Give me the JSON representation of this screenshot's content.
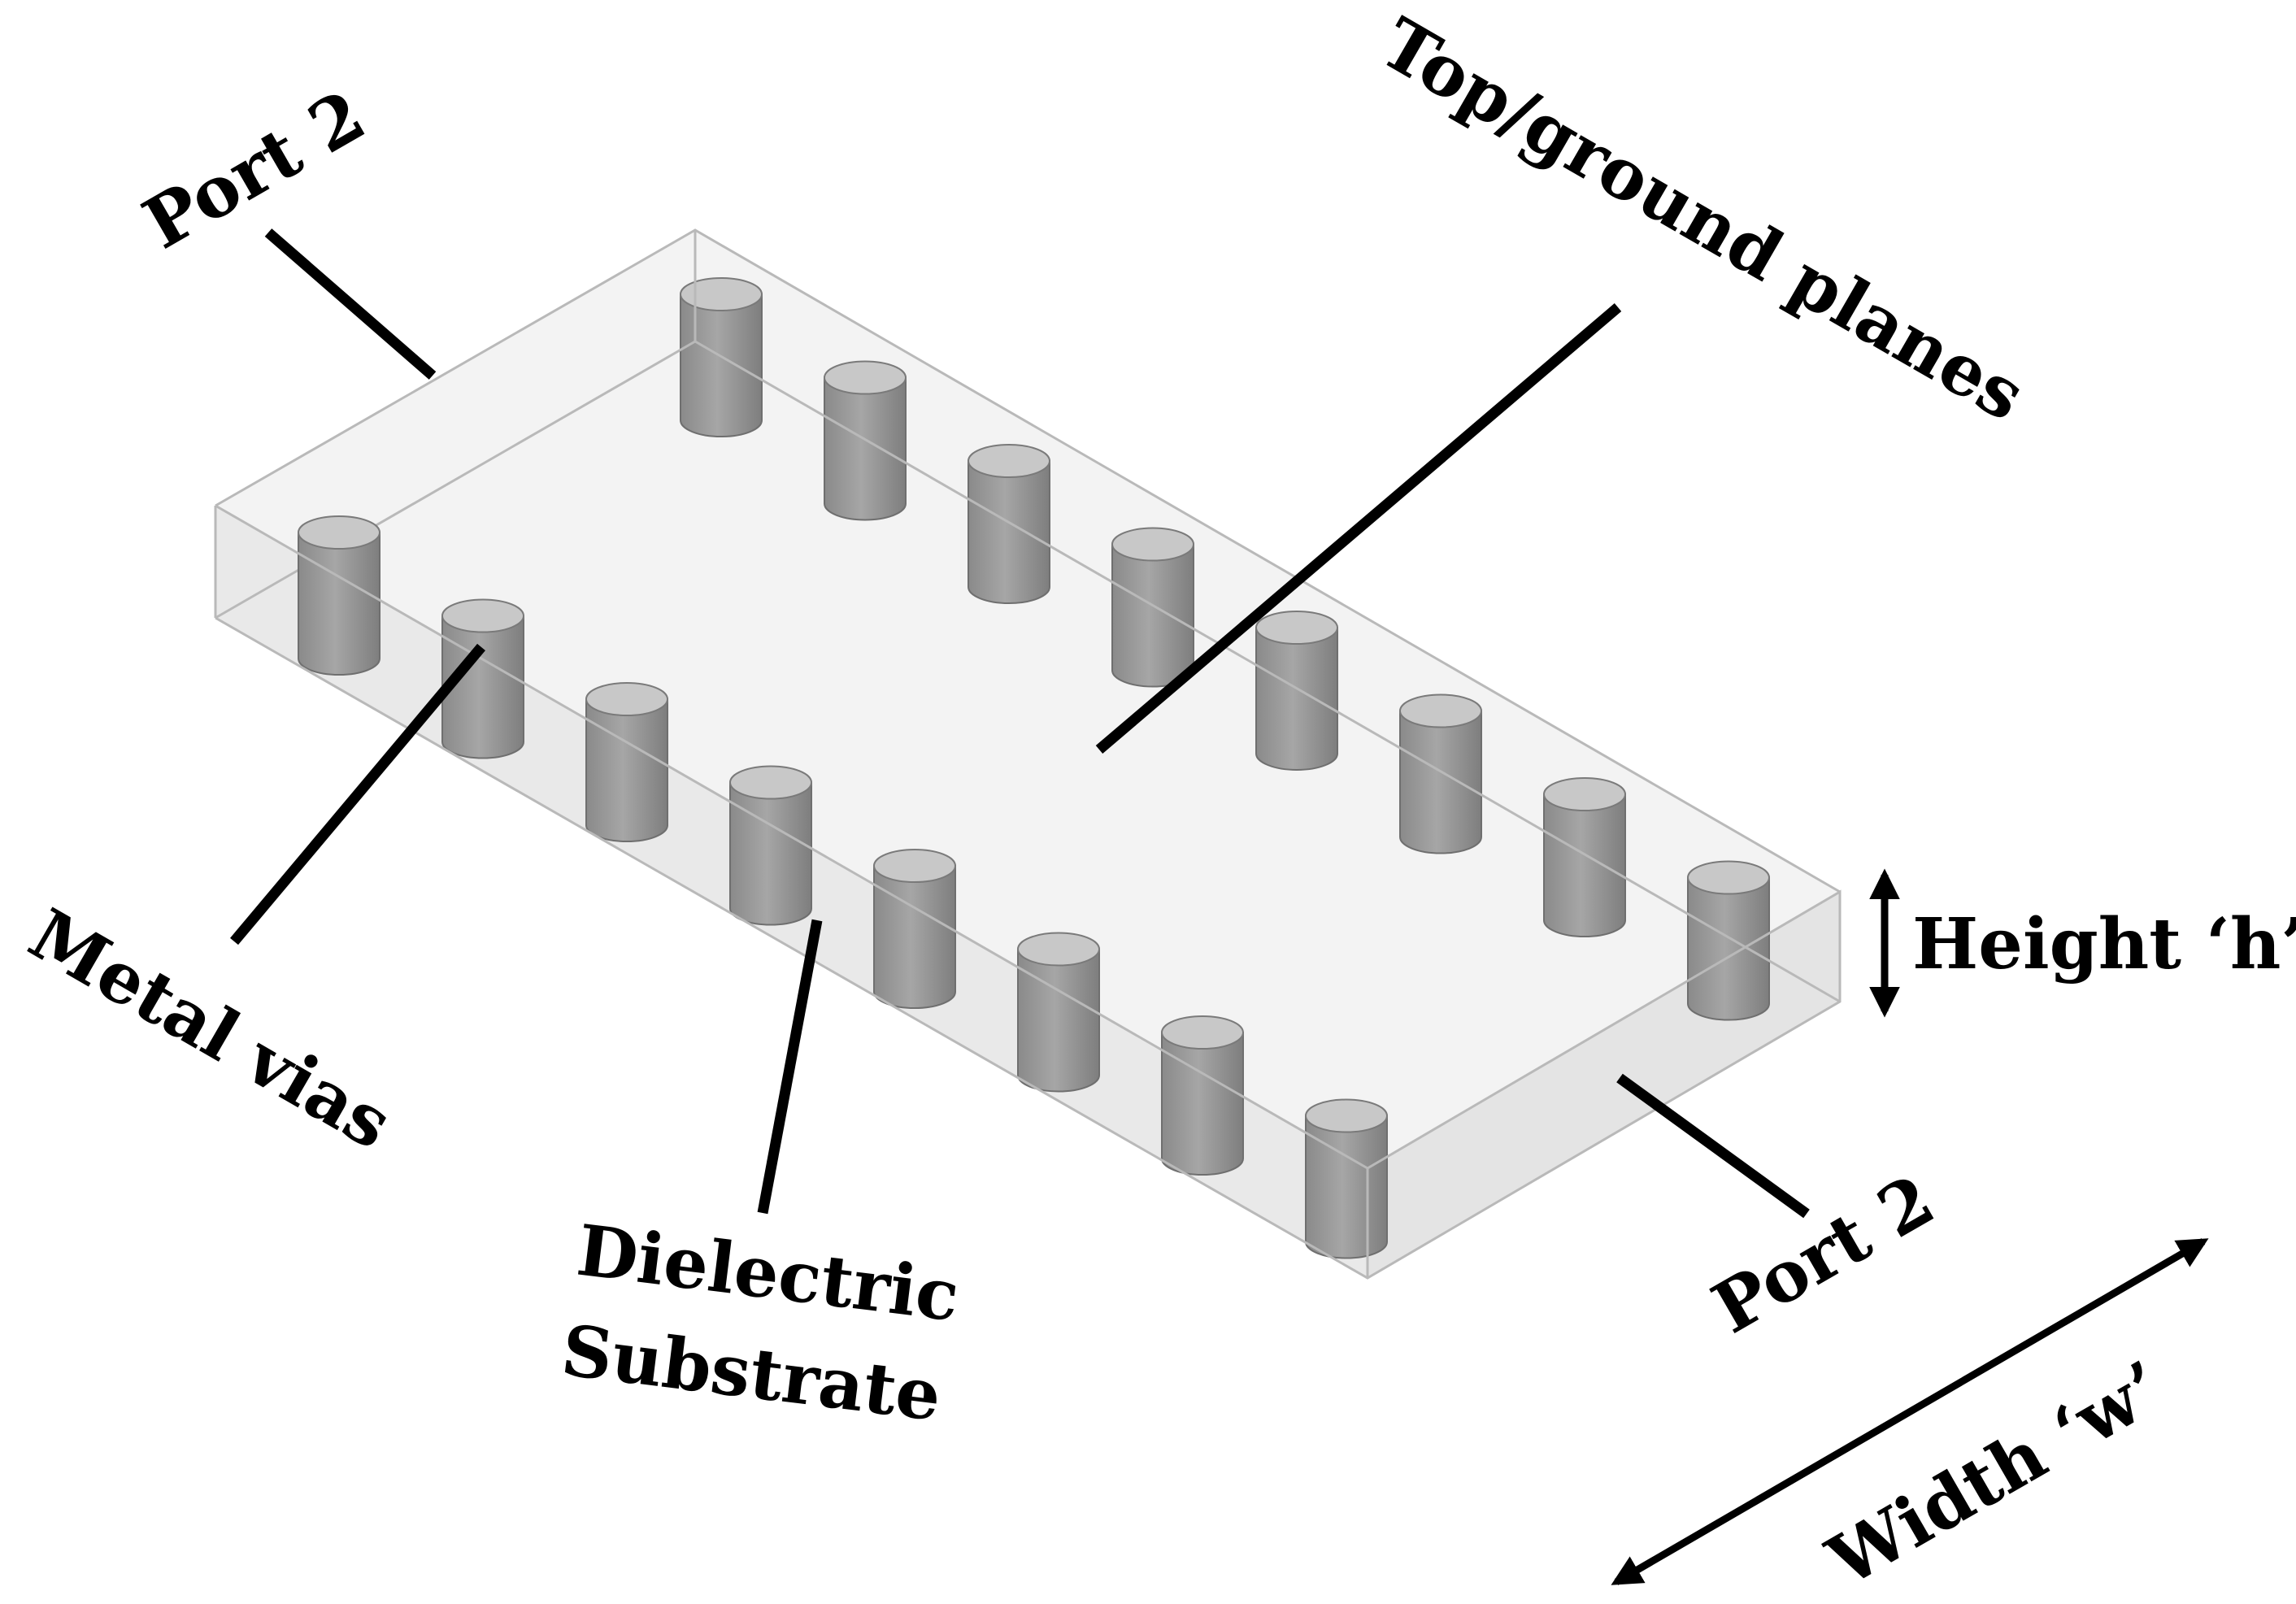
{
  "labels": {
    "port_top_left": "Port 2",
    "port_bottom_right": "Port 2",
    "top_ground_planes": "Top/ground planes",
    "metal_vias": "Metal vias",
    "dielectric_line1": "Dielectric",
    "dielectric_line2": "Substrate",
    "height": "Height ‘h’",
    "width": "Width ‘w’"
  },
  "vias": {
    "back_row_count": 8,
    "front_row_count": 8
  },
  "colors": {
    "via_body": "#9a9a9a",
    "via_top": "#c8c8c8",
    "substrate_top": "#f3f3f3",
    "substrate_side": "#e9e9e9",
    "edges": "#b9b9b9",
    "ink": "#000000"
  }
}
